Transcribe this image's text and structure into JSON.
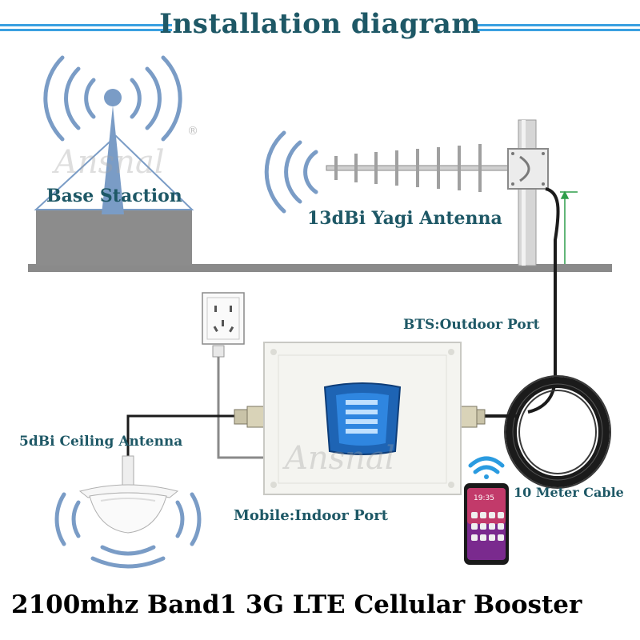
{
  "title": "Installation diagram",
  "caption": "2100mhz Band1 3G LTE Cellular Booster",
  "labels": {
    "base_station": "Base Staction",
    "yagi_antenna": "13dBi Yagi Antenna",
    "bts_port": "BTS:Outdoor Port",
    "ceiling_antenna": "5dBi Ceiling Antenna",
    "indoor_port": "Mobile:Indoor Port",
    "cable": "10 Meter Cable"
  },
  "watermark": "Ansnal",
  "registered_mark": "®",
  "phone_time": "19:35",
  "colors": {
    "title": "#1e5866",
    "signal_waves": "#7a9cc6",
    "ground": "#8a8a8a",
    "booster": "#f4f4f0",
    "cable": "#1b1b1b"
  }
}
